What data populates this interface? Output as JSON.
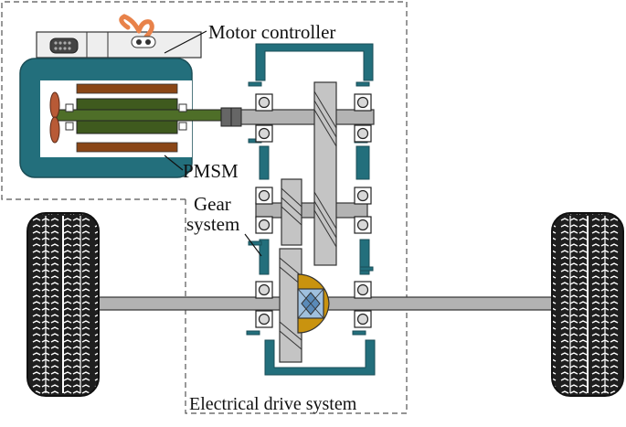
{
  "labels": {
    "motor_controller": "Motor controller",
    "pmsm": "PMSM",
    "gear_line1": "Gear",
    "gear_line2": "system",
    "drive_system": "Electrical drive system"
  },
  "colors": {
    "housing": "#236f7c",
    "rotor": "#3f5a1e",
    "stator_winding": "#8a4616",
    "shaft": "#b3b3b3",
    "gear": "#c4c4c4",
    "differential": "#c9930f",
    "diff_center": "#9fc0de",
    "coil": "#e8824a",
    "tire": "#222222"
  },
  "icons": {
    "fan": "cooling-fan-icon",
    "bearing": "bearing-icon",
    "tire": "tire-icon"
  }
}
